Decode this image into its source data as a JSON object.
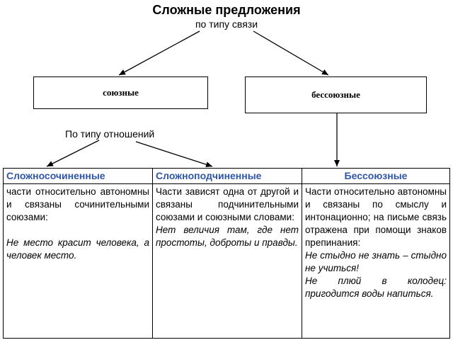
{
  "title": "Сложные предложения",
  "subtitle": "по типу связи",
  "boxes": {
    "left": "союзные",
    "right": "бессоюзные"
  },
  "relation_label": "По типу отношений",
  "columns": [
    {
      "header": "Сложносочиненные",
      "text": "части относительно автономны и связаны сочинительными союзами:",
      "example": "Не место красит человека, а человек место."
    },
    {
      "header": "Сложноподчиненные",
      "text": "Части зависят одна от другой и связаны подчинительными союзами и союзными словами:",
      "example": "Нет величия там, где нет простоты, доброты и правды."
    },
    {
      "header": "Бессоюзные",
      "text": "Части относительно автономны и связаны по смыслу и интонационно; на письме связь отражена при помощи знаков препинания:",
      "example": "Не стыдно не знать – стыдно не учиться!",
      "example2": "Не плюй в колодец: пригодится воды напиться."
    }
  ],
  "colors": {
    "header_text": "#2f56a8",
    "lines": "#000000"
  }
}
